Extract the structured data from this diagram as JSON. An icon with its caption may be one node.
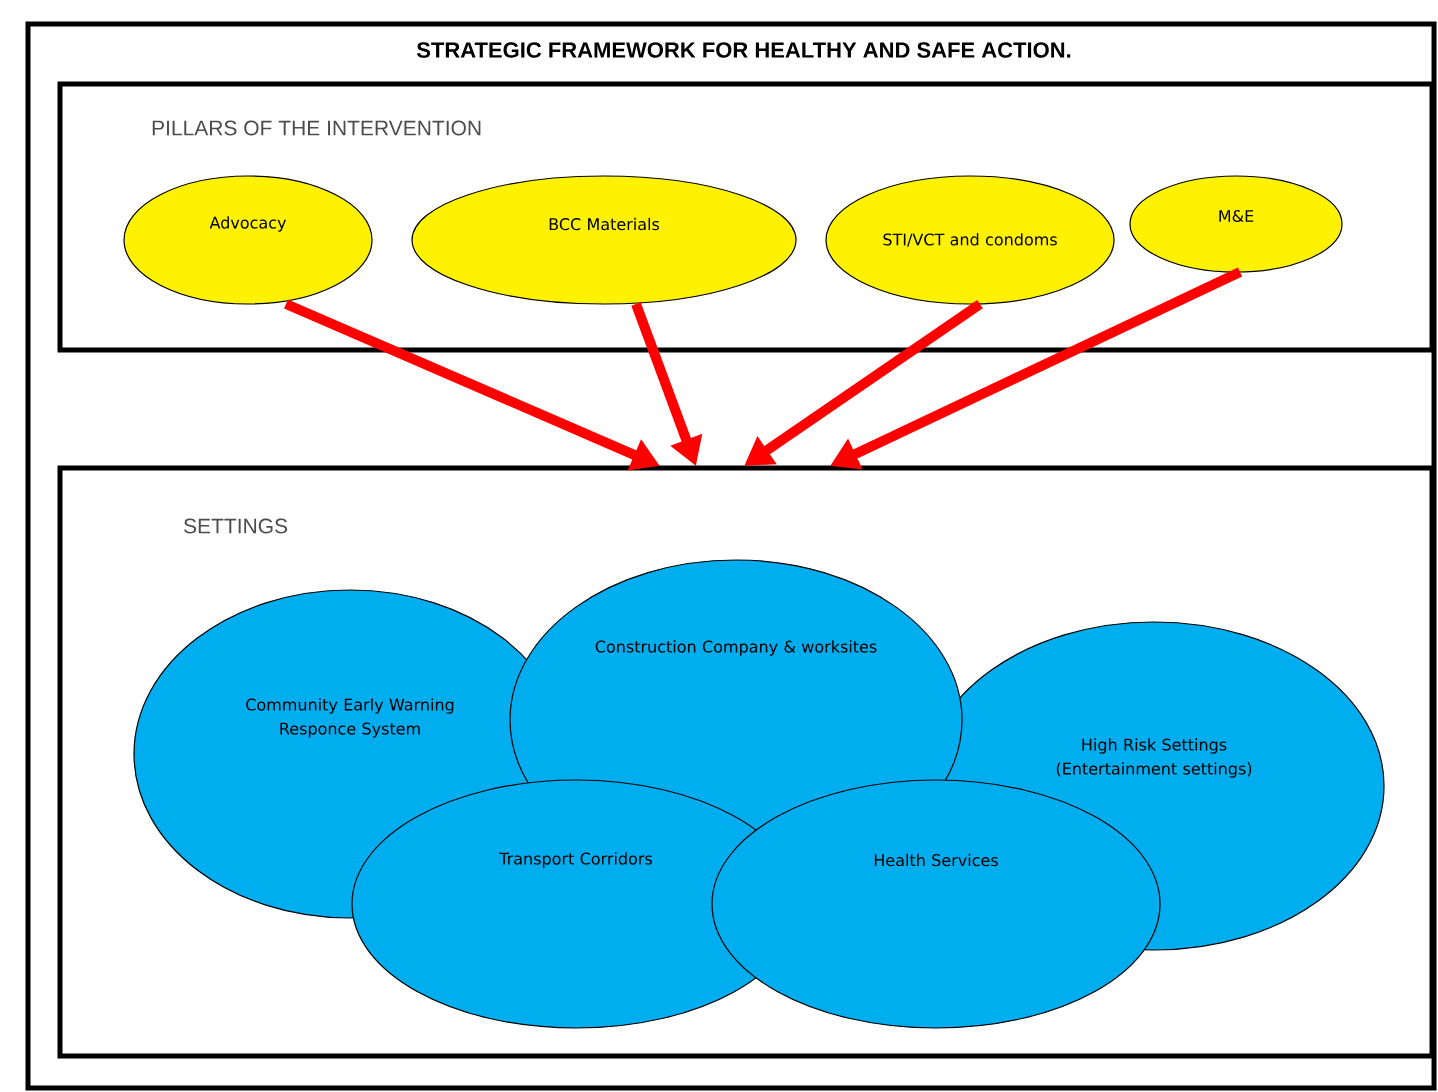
{
  "diagram": {
    "title": "STRATEGIC FRAMEWORK FOR HEALTHY AND SAFE ACTION.",
    "nodes": [
      {
        "text": [
          "PILLARS OF THE INTERVENTION"
        ]
      },
      {
        "text": [
          "Advocacy"
        ],
        "in": 0
      },
      {
        "text": [
          "BCC Materials"
        ],
        "in": 0
      },
      {
        "text": [
          "STI/VCT and condoms"
        ],
        "in": 0
      },
      {
        "text": [
          "M&E"
        ],
        "in": 0
      },
      {
        "text": [
          "SETTINGS"
        ]
      },
      {
        "text": [
          "Community Early Warning Responce System"
        ],
        "in": 5
      },
      {
        "text": [
          "Construction Company & worksites"
        ],
        "in": 5
      },
      {
        "text": [
          "High Risk Settings (Entertainment settings)"
        ],
        "in": 5
      },
      {
        "text": [
          "Transport Corridors"
        ],
        "in": 5
      },
      {
        "text": [
          "Health Services"
        ],
        "in": 5
      }
    ],
    "edges": [
      {
        "from": 1,
        "to": 5,
        "arrow": "to"
      },
      {
        "from": 2,
        "to": 5,
        "arrow": "to"
      },
      {
        "from": 3,
        "to": 5,
        "arrow": "to"
      },
      {
        "from": 4,
        "to": 5,
        "arrow": "to"
      }
    ]
  }
}
